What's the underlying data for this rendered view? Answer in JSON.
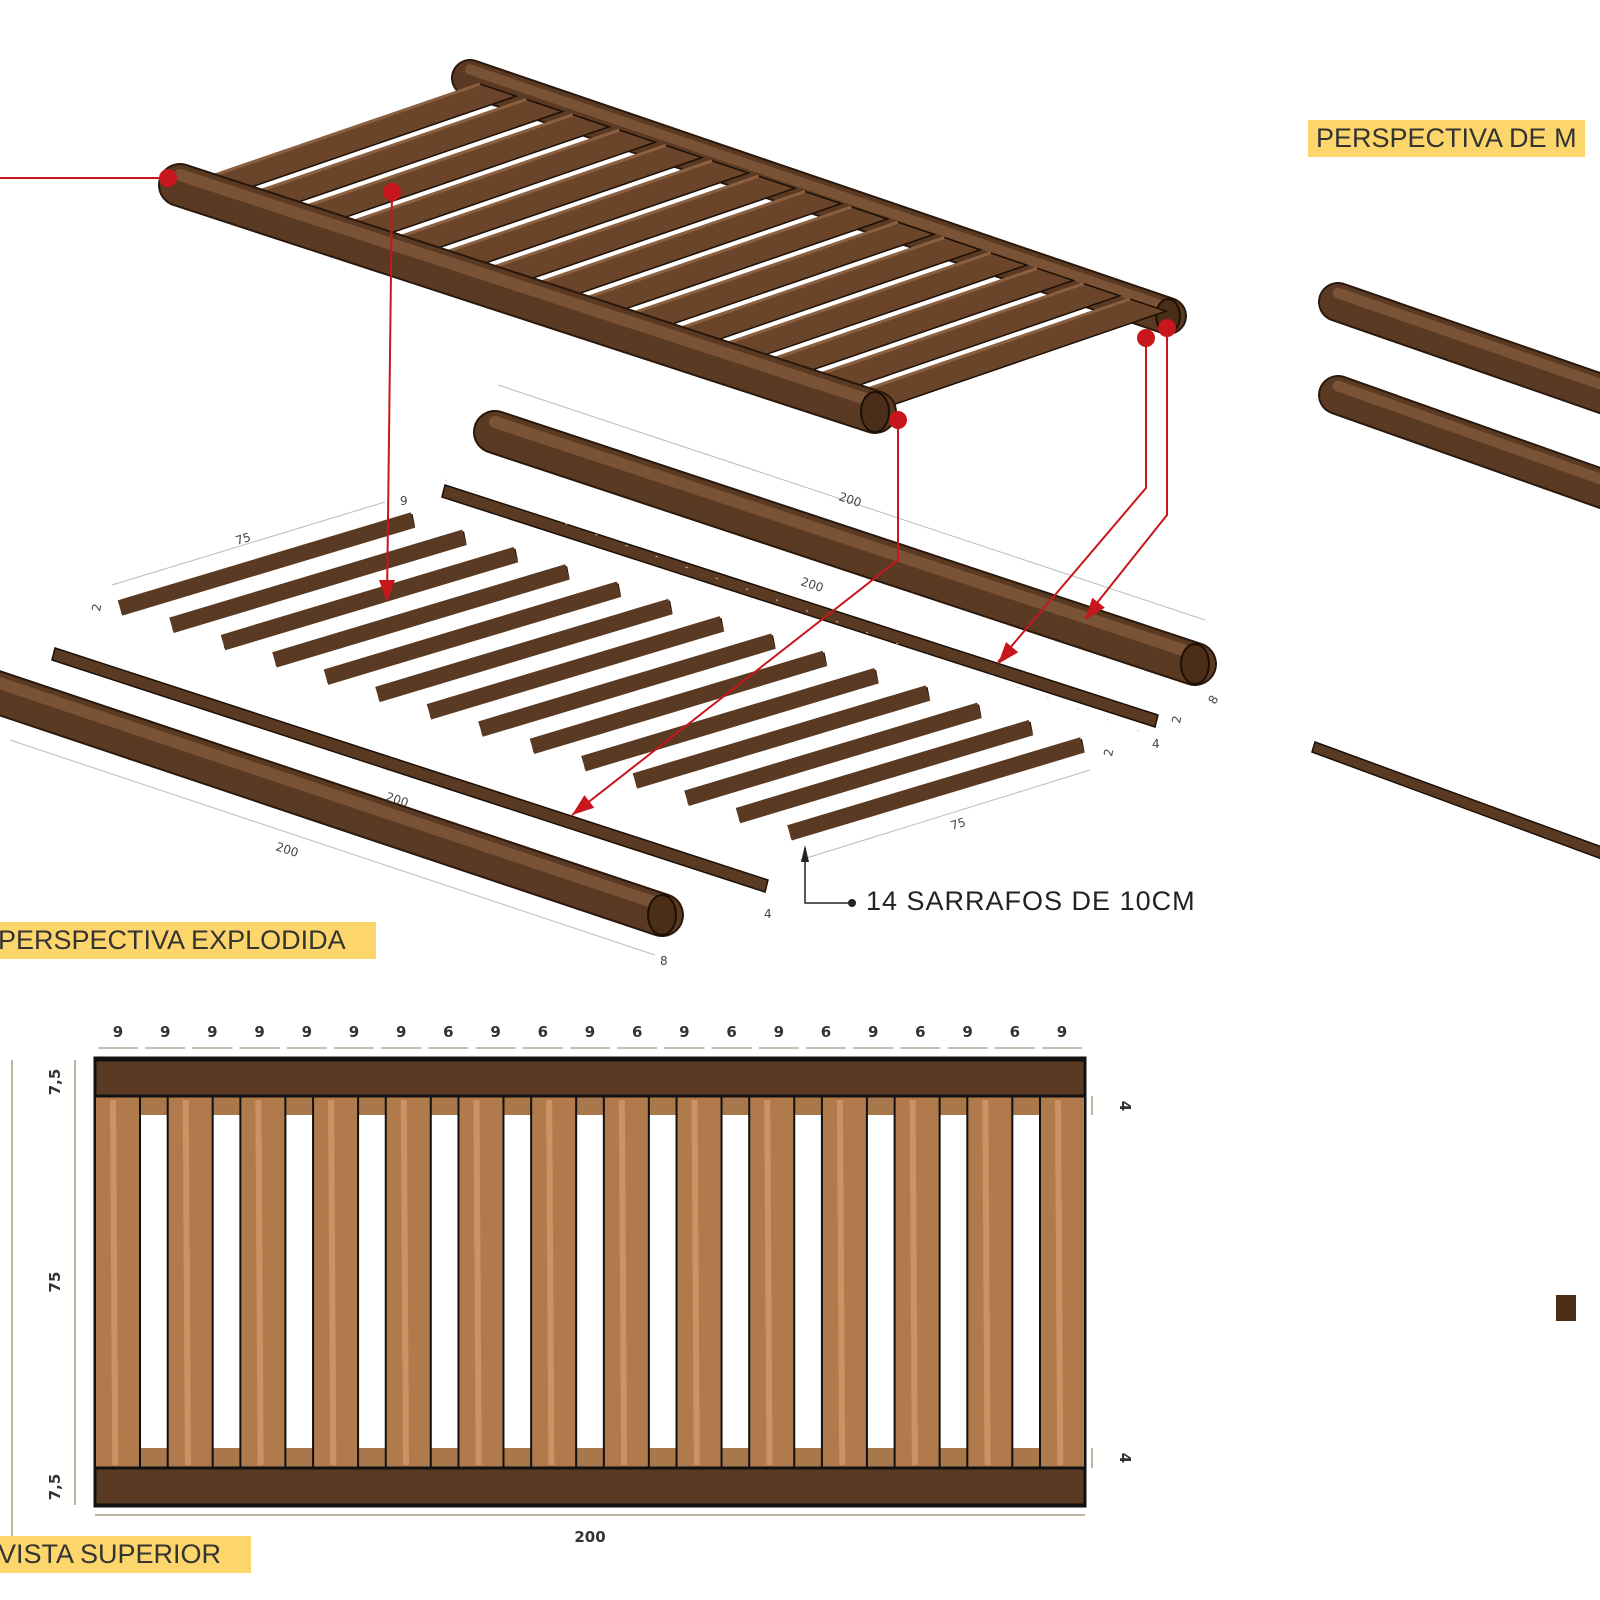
{
  "labels": {
    "perspective_right": "PERSPECTIVA DE M",
    "exploded": "PERSPECTIVA EXPLODIDA",
    "top_view": "VISTA SUPERIOR",
    "slats_note": "14 SARRAFOS DE 10CM"
  },
  "top_view": {
    "top_dims": [
      "9",
      "9",
      "9",
      "9",
      "9",
      "9",
      "9",
      "6",
      "9",
      "6",
      "9",
      "6",
      "9",
      "6",
      "9",
      "6",
      "9",
      "6",
      "9",
      "6",
      "9"
    ],
    "width": "200",
    "rail_top": "7,5",
    "middle": "75",
    "rail_bottom": "7,5",
    "side_top": "4",
    "side_bottom": "4",
    "slat_count": 14
  },
  "exploded_dims": {
    "slat_length": "75",
    "slat_length_2": "75",
    "slat_gap": "9",
    "log_length": "200",
    "rail_length": "200",
    "rail_length_2": "200",
    "log_length_2": "200",
    "thickness": "2",
    "thickness_2": "2",
    "thickness_3": "2",
    "log_diameter": "8",
    "log_diameter_2": "8",
    "rail_height": "4",
    "rail_height_2": "4"
  },
  "colors": {
    "wood_dark": "#5a3a22",
    "wood_light": "#b07a4c",
    "arrow": "#c8161d",
    "label_bg": "#fcd66a"
  }
}
